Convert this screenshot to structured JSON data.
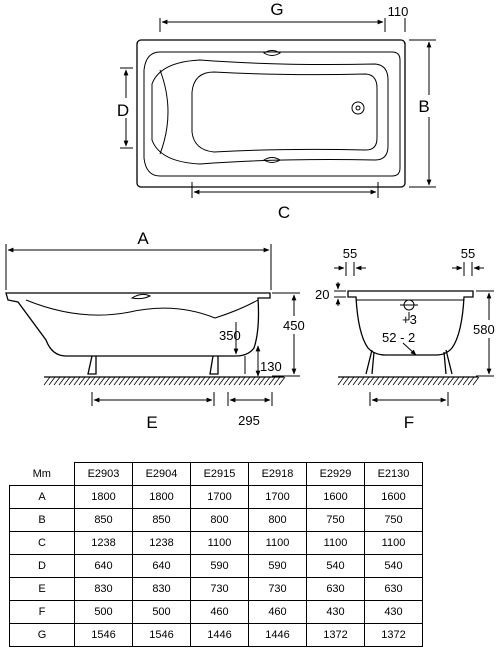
{
  "top_view": {
    "length_label": "G",
    "width_label": "B",
    "inner_width_label": "D",
    "inner_length_label": "C",
    "offset": "110"
  },
  "side_view": {
    "length_label": "A",
    "depth_inner": "350",
    "height": "450",
    "clearance": "130",
    "leg_span_label": "E",
    "leg_offset": "295"
  },
  "end_view": {
    "margin_left": "55",
    "margin_right": "55",
    "rim": "20",
    "tolerance_plus": "+3",
    "tolerance_minus": "52 - 2",
    "height": "580",
    "leg_span_label": "F"
  },
  "table": {
    "unit": "Mm",
    "columns": [
      "E2903",
      "E2904",
      "E2915",
      "E2918",
      "E2929",
      "E2130"
    ],
    "rows": [
      {
        "label": "A",
        "values": [
          "1800",
          "1800",
          "1700",
          "1700",
          "1600",
          "1600"
        ]
      },
      {
        "label": "B",
        "values": [
          "850",
          "850",
          "800",
          "800",
          "750",
          "750"
        ]
      },
      {
        "label": "C",
        "values": [
          "1238",
          "1238",
          "1100",
          "1100",
          "1100",
          "1100"
        ]
      },
      {
        "label": "D",
        "values": [
          "640",
          "640",
          "590",
          "590",
          "540",
          "540"
        ]
      },
      {
        "label": "E",
        "values": [
          "830",
          "830",
          "730",
          "730",
          "630",
          "630"
        ]
      },
      {
        "label": "F",
        "values": [
          "500",
          "500",
          "460",
          "460",
          "430",
          "430"
        ]
      },
      {
        "label": "G",
        "values": [
          "1546",
          "1546",
          "1446",
          "1446",
          "1372",
          "1372"
        ]
      }
    ]
  }
}
